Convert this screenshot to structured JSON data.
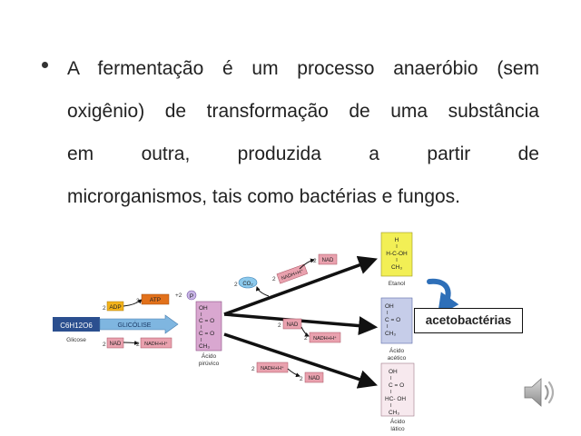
{
  "bullet": {
    "lines": [
      "A fermentação é um processo anaeróbio (sem",
      "oxigênio) de transformação de uma substância",
      "em outra, produzida a partir de",
      "microrganismos, tais como bactérias e fungos."
    ]
  },
  "diagram": {
    "glicose_formula": "C6H12O6",
    "glicose_label": "Glicose",
    "glicolise_label": "GLICÓLISE",
    "adp": "ADP",
    "atp": "ATP",
    "p": "P",
    "nad": "NAD",
    "nadh": "NADH+H⁺",
    "coef": "2",
    "plus2": "+2",
    "co2": "CO₂",
    "piruvico_lines": [
      "OH",
      "I",
      "C = O",
      "I",
      "C = O",
      "I",
      "CH₃"
    ],
    "piruvico_label_1": "Ácido",
    "piruvico_label_2": "pirúvico",
    "etanol_lines": [
      "H",
      "I",
      "H-C-OH",
      "I",
      "CH₃"
    ],
    "etanol_label": "Etanol",
    "acetico_lines": [
      "OH",
      "I",
      "C = O",
      "I",
      "CH₃"
    ],
    "acetico_label_1": "Ácido",
    "acetico_label_2": "acético",
    "latico_lines": [
      "OH",
      "I",
      "C = O",
      "I",
      "HC- OH",
      "I",
      "CH₃"
    ],
    "latico_label_1": "Ácido",
    "latico_label_2": "lático",
    "acetobacterias": "acetobactérias"
  },
  "colors": {
    "glicose_box": "#2b4f8f",
    "glicolise_arrow": "#7fb6e0",
    "adp_box": "#f2b21b",
    "atp_box": "#e2711b",
    "piruvico_box": "#d9a7d0",
    "etanol_box": "#f2ef55",
    "acetico_box": "#c6cde9",
    "latico_box": "#f7e9ee",
    "nad_box": "#e9a1ae",
    "curved_arrow": "#2e6fb8"
  },
  "icons": {
    "speaker": "speaker-icon"
  }
}
